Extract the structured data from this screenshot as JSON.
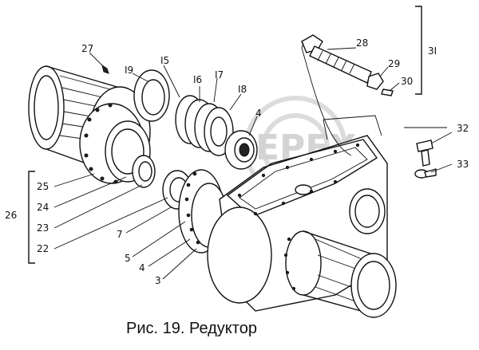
{
  "watermark": {
    "text": "EPEX"
  },
  "caption": "Рис. 19. Редуктор",
  "callouts": {
    "c27": "27",
    "c19": "I9",
    "c15": "I5",
    "c16": "I6",
    "c17": "I7",
    "c18": "I8",
    "c4a": "4",
    "c28": "28",
    "c29": "29",
    "c30": "30",
    "c31": "3I",
    "c32": "32",
    "c33": "33",
    "c25": "25",
    "c24": "24",
    "c23": "23",
    "c22": "22",
    "c26": "26",
    "c7": "7",
    "c5": "5",
    "c4b": "4",
    "c3": "3"
  }
}
